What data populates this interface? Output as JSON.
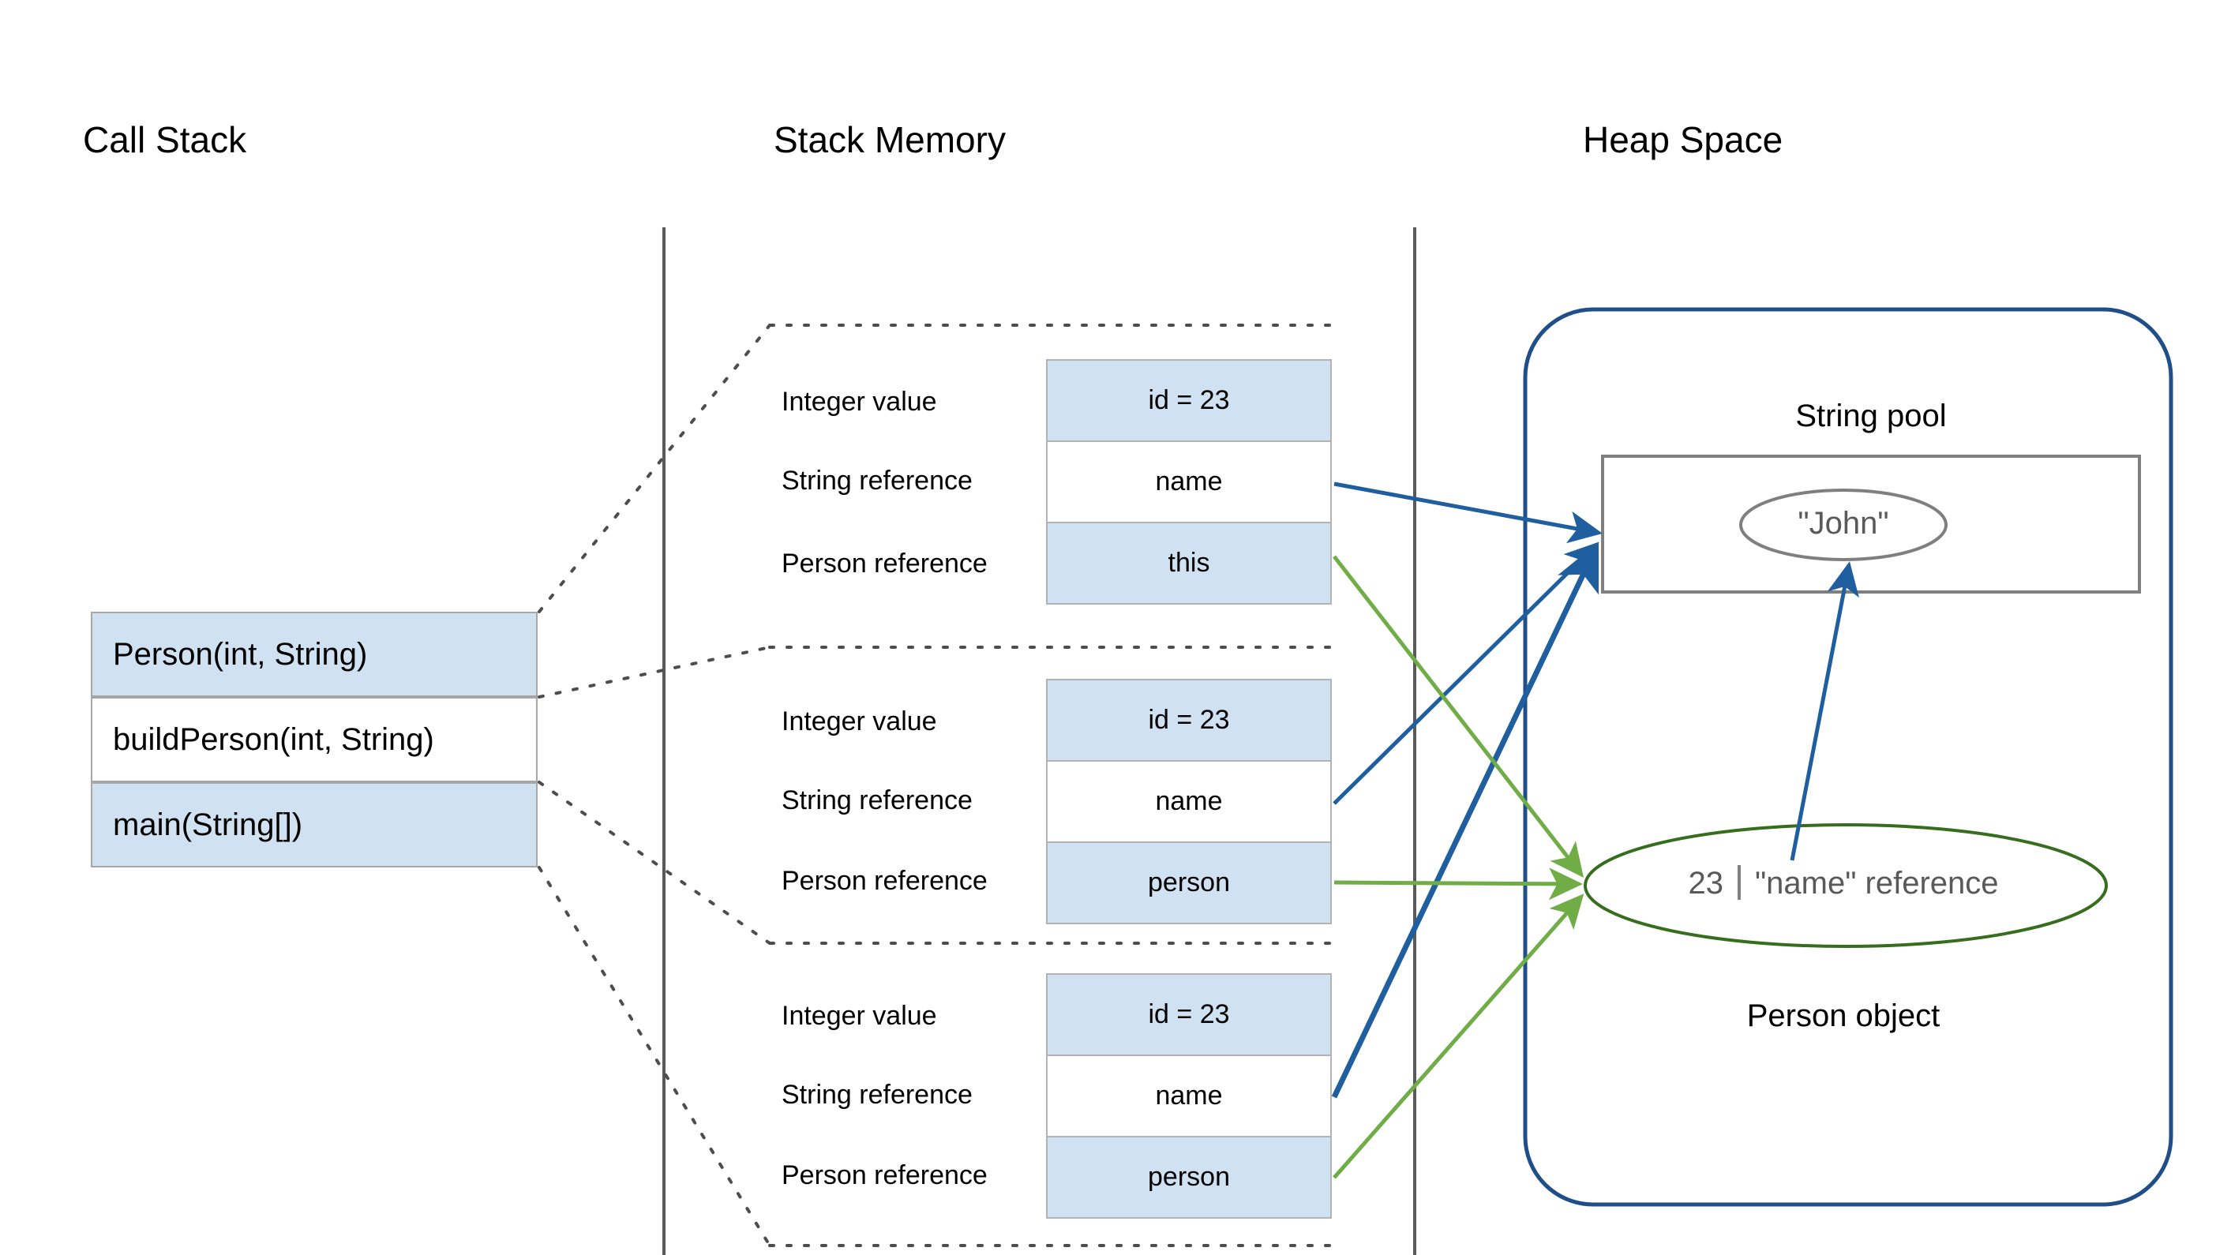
{
  "columns": {
    "call_stack_title": "Call Stack",
    "stack_memory_title": "Stack Memory",
    "heap_space_title": "Heap Space"
  },
  "call_stack": {
    "frames": [
      {
        "label": "Person(int, String)"
      },
      {
        "label": "buildPerson(int, String)"
      },
      {
        "label": "main(String[])"
      }
    ]
  },
  "stack_memory": {
    "row_labels": [
      "Integer value",
      "String reference",
      "Person reference"
    ],
    "frames": [
      {
        "slots": [
          "id = 23",
          "name",
          "this"
        ]
      },
      {
        "slots": [
          "id = 23",
          "name",
          "person"
        ]
      },
      {
        "slots": [
          "id = 23",
          "name",
          "person"
        ]
      }
    ]
  },
  "heap": {
    "string_pool_label": "String pool",
    "string_literal": "\"John\"",
    "person_object_id": "23",
    "person_object_ref": "\"name\" reference",
    "person_object_caption": "Person object"
  },
  "colors": {
    "slot_fill": "#d0e1f2",
    "slot_border": "#b3b3b3",
    "heap_border": "#1f4e88",
    "string_arrow": "#1f5fa0",
    "person_arrow": "#70ad47",
    "person_ellipse": "#376e1e",
    "divider": "#595959",
    "text_grey": "#595959"
  }
}
